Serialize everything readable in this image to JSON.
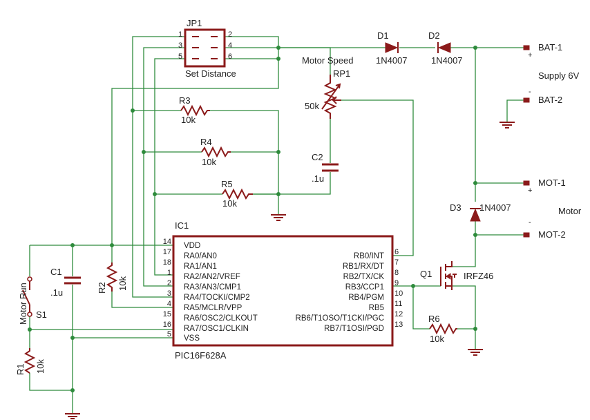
{
  "jumper": {
    "name": "JP1",
    "caption": "Set Distance",
    "pins": [
      "1",
      "2",
      "3",
      "4",
      "5",
      "6"
    ]
  },
  "diodes": {
    "d1": {
      "name": "D1",
      "value": "1N4007"
    },
    "d2": {
      "name": "D2",
      "value": "1N4007"
    },
    "d3": {
      "name": "D3",
      "value": "1N4007"
    }
  },
  "pot": {
    "title": "Motor Speed",
    "name": "RP1",
    "value": "50k"
  },
  "resistors": {
    "r1": {
      "name": "R1",
      "value": "10k"
    },
    "r2": {
      "name": "R2",
      "value": "10k"
    },
    "r3": {
      "name": "R3",
      "value": "10k"
    },
    "r4": {
      "name": "R4",
      "value": "10k"
    },
    "r5": {
      "name": "R5",
      "value": "10k"
    },
    "r6": {
      "name": "R6",
      "value": "10k"
    }
  },
  "capacitors": {
    "c1": {
      "name": "C1",
      "value": ".1u"
    },
    "c2": {
      "name": "C2",
      "value": ".1u"
    }
  },
  "switch": {
    "name": "S1",
    "label": "Motor Run"
  },
  "mosfet": {
    "name": "Q1",
    "value": "IRFZ46"
  },
  "connectors": {
    "bat1": "BAT-1",
    "bat2": "BAT-2",
    "mot1": "MOT-1",
    "mot2": "MOT-2",
    "plus": "+",
    "minus": "-",
    "supply": "Supply 6V",
    "motor": "Motor"
  },
  "ic": {
    "name": "IC1",
    "part": "PIC16F628A",
    "left_pins": [
      {
        "num": "14",
        "name": "VDD"
      },
      {
        "num": "17",
        "name": "RA0/AN0"
      },
      {
        "num": "18",
        "name": "RA1/AN1"
      },
      {
        "num": "1",
        "name": "RA2/AN2/VREF"
      },
      {
        "num": "2",
        "name": "RA3/AN3/CMP1"
      },
      {
        "num": "3",
        "name": "RA4/TOCKI/CMP2"
      },
      {
        "num": "4",
        "name": "RA5/MCLR/VPP"
      },
      {
        "num": "15",
        "name": "RA6/OSC2/CLKOUT"
      },
      {
        "num": "16",
        "name": "RA7/OSC1/CLKIN"
      },
      {
        "num": "5",
        "name": "VSS"
      }
    ],
    "right_pins": [
      {
        "num": "6",
        "name": "RB0/INT"
      },
      {
        "num": "7",
        "name": "RB1/RX/DT"
      },
      {
        "num": "8",
        "name": "RB2/TX/CK"
      },
      {
        "num": "9",
        "name": "RB3/CCP1"
      },
      {
        "num": "10",
        "name": "RB4/PGM"
      },
      {
        "num": "11",
        "name": "RB5"
      },
      {
        "num": "12",
        "name": "RB6/T1OSO/T1CKI/PGC"
      },
      {
        "num": "13",
        "name": "RB7/T1OSI/PGD"
      }
    ]
  },
  "colors": {
    "wire": "#2e8b3c",
    "part": "#8b1a1a",
    "text": "#222222",
    "background": "#ffffff"
  }
}
